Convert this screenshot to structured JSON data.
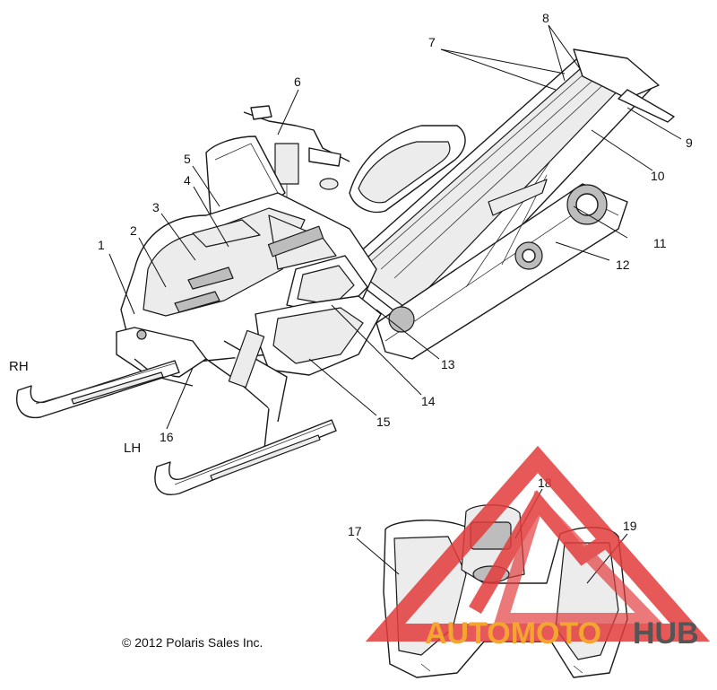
{
  "callouts": [
    {
      "id": "1",
      "label": "1"
    },
    {
      "id": "2",
      "label": "2"
    },
    {
      "id": "3",
      "label": "3"
    },
    {
      "id": "4",
      "label": "4"
    },
    {
      "id": "5",
      "label": "5"
    },
    {
      "id": "6",
      "label": "6"
    },
    {
      "id": "7",
      "label": "7"
    },
    {
      "id": "8",
      "label": "8"
    },
    {
      "id": "9",
      "label": "9"
    },
    {
      "id": "10",
      "label": "10"
    },
    {
      "id": "11",
      "label": "11"
    },
    {
      "id": "12",
      "label": "12"
    },
    {
      "id": "13",
      "label": "13"
    },
    {
      "id": "14",
      "label": "14"
    },
    {
      "id": "15",
      "label": "15"
    },
    {
      "id": "16",
      "label": "16"
    },
    {
      "id": "17",
      "label": "17"
    },
    {
      "id": "18",
      "label": "18"
    },
    {
      "id": "19",
      "label": "19"
    }
  ],
  "side_labels": {
    "right": "RH",
    "left": "LH"
  },
  "copyright": "© 2012 Polaris Sales Inc.",
  "watermark": {
    "part1": "AUTOMOTO",
    "part2": "HUB",
    "color_primary": "#f4a531",
    "color_secondary": "#555555",
    "triangle_color": "#e33b3b"
  }
}
